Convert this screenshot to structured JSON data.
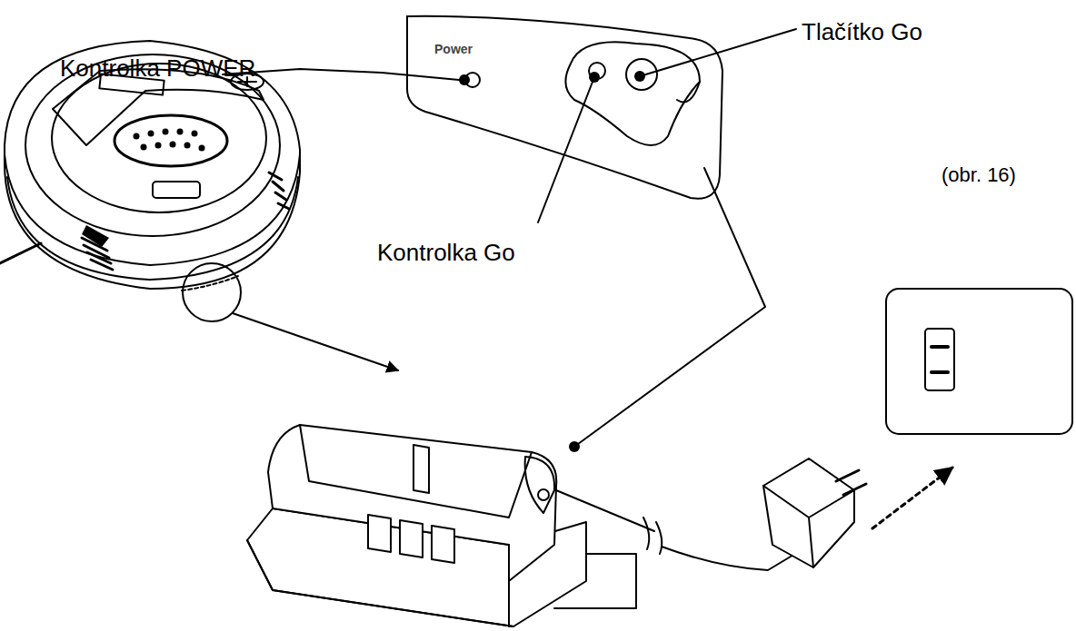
{
  "diagram": {
    "nodes": [
      {
        "text": [
          "Power"
        ]
      }
    ],
    "labels": [
      "Kontrolka POWER",
      "Tlačítko Go",
      "Kontrolka Go",
      "(obr. 16)"
    ]
  }
}
